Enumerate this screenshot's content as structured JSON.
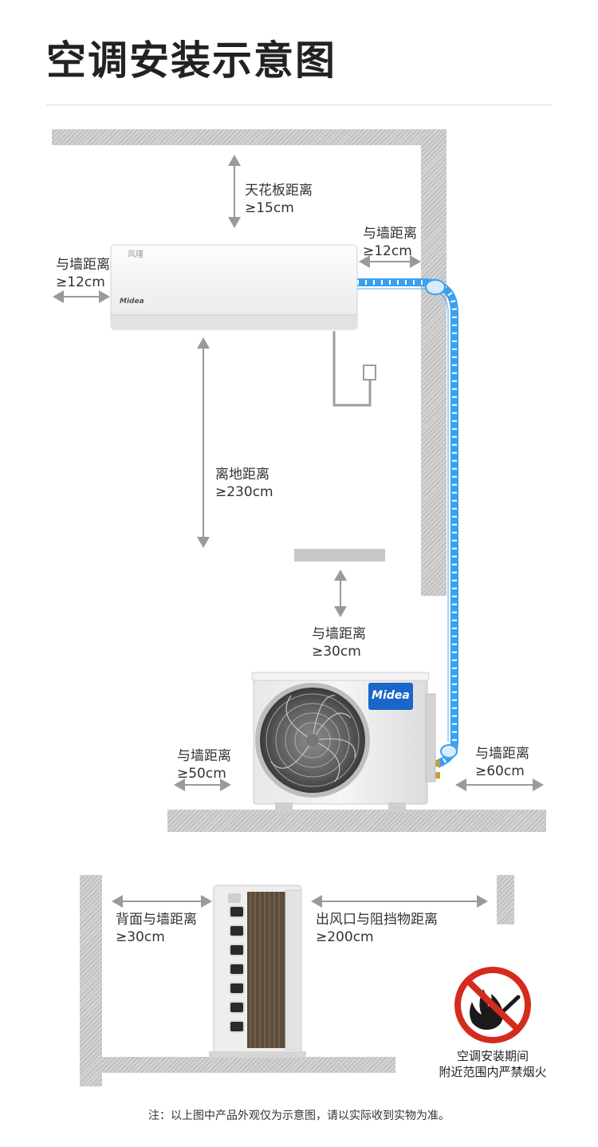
{
  "title": "空调安装示意图",
  "indoor_unit": {
    "model_text": "风瑾",
    "brand": "Midea"
  },
  "outdoor_unit": {
    "brand": "Midea"
  },
  "dimensions": {
    "ceiling": {
      "label": "天花板距离",
      "value": "≥15cm"
    },
    "left_wall_indoor": {
      "label": "与墙距离",
      "value": "≥12cm"
    },
    "right_wall_indoor": {
      "label": "与墙距离",
      "value": "≥12cm"
    },
    "floor": {
      "label": "离地距离",
      "value": "≥230cm"
    },
    "top_outdoor": {
      "label": "与墙距离",
      "value": "≥30cm"
    },
    "left_outdoor": {
      "label": "与墙距离",
      "value": "≥50cm"
    },
    "right_outdoor": {
      "label": "与墙距离",
      "value": "≥60cm"
    },
    "back_wall": {
      "label": "背面与墙距离",
      "value": "≥30cm"
    },
    "outlet_obstacle": {
      "label": "出风口与阻挡物距离",
      "value": "≥200cm"
    }
  },
  "warning": {
    "line1": "空调安装期间",
    "line2": "附近范围内严禁烟火",
    "color": "#d52b1e"
  },
  "note": "注：以上图中产品外观仅为示意图，请以实际收到实物为准。",
  "colors": {
    "pipe": "#3aa0f0",
    "arrow": "#9a9a9a",
    "brand_blue": "#1a66c9"
  }
}
